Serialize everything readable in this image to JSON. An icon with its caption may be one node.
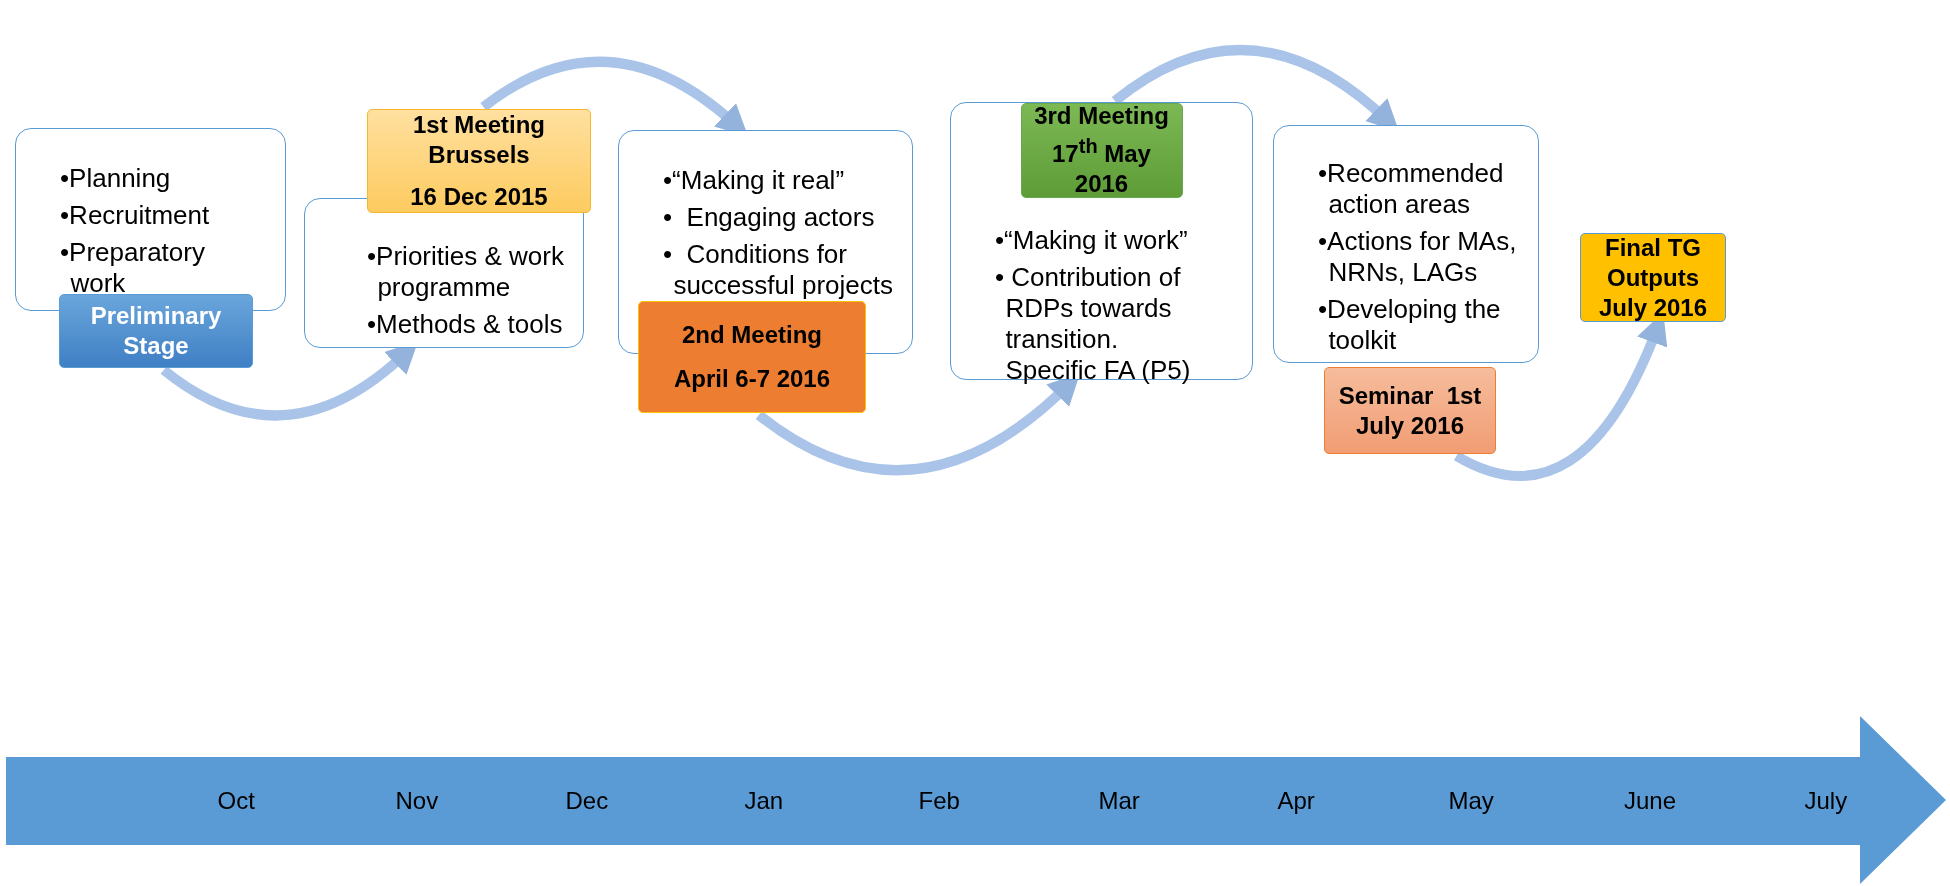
{
  "diagram": {
    "nodes": [
      {
        "text": [
          "•Planning",
          "•Recruitment",
          "•Preparatory work"
        ]
      },
      {
        "text": [
          "Preliminary Stage"
        ]
      },
      {
        "text": [
          "•Priorities & work programme",
          "•Methods & tools"
        ]
      },
      {
        "text": [
          "1st Meeting Brussels",
          "16 Dec 2015"
        ]
      },
      {
        "text": [
          "•“Making it real”",
          "•  Engaging actors",
          "•  Conditions for successful projects"
        ]
      },
      {
        "text": [
          "2nd Meeting",
          "April 6-7 2016"
        ]
      },
      {
        "text": [
          "•“Making it work”",
          "• Contribution of RDPs towards transition.  Specific FA (P5)"
        ]
      },
      {
        "text": [
          "3rd Meeting 17$^{th}$ May 2016"
        ],
        "in": 6
      },
      {
        "text": [
          "•Recommended action areas",
          "•Actions for MAs, NRNs, LAGs",
          "•Developing the toolkit"
        ]
      },
      {
        "text": [
          "Seminar  1st July 2016"
        ]
      },
      {
        "text": [
          "Final TG Outputs July 2016"
        ]
      }
    ],
    "edges": [
      {
        "from": 1,
        "to": 2,
        "arrow": "to"
      },
      {
        "from": 3,
        "to": 4,
        "arrow": "to"
      },
      {
        "from": 5,
        "to": 6,
        "arrow": "to"
      },
      {
        "from": 7,
        "to": 8,
        "arrow": "to"
      },
      {
        "from": 9,
        "to": 10,
        "arrow": "to"
      }
    ],
    "labels": [
      "Oct",
      "Nov",
      "Dec",
      "Jan",
      "Feb",
      "Mar",
      "Apr",
      "May",
      "June",
      "July"
    ]
  }
}
